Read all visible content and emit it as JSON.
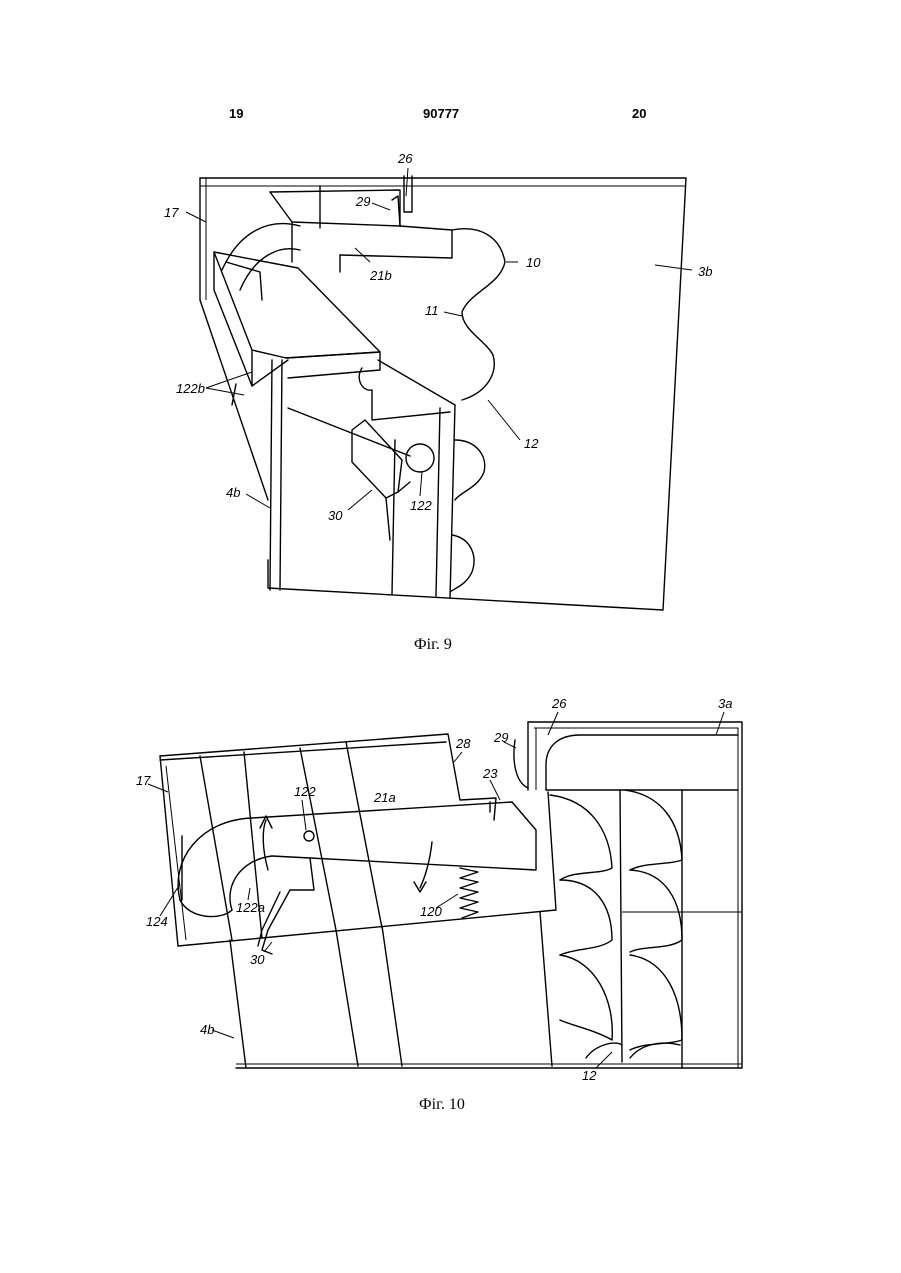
{
  "header": {
    "left_page": "19",
    "patent_number": "90777",
    "right_page": "20"
  },
  "figure9": {
    "caption": "Фіг. 9",
    "labels": {
      "l26": "26",
      "l29": "29",
      "l17": "17",
      "l21b": "21b",
      "l10": "10",
      "l3b": "3b",
      "l11": "11",
      "l122b": "122b",
      "l12": "12",
      "l4b": "4b",
      "l30": "30",
      "l122": "122"
    }
  },
  "figure10": {
    "caption": "Фіг. 10",
    "labels": {
      "l26": "26",
      "l3a": "3a",
      "l29": "29",
      "l28": "28",
      "l23": "23",
      "l17": "17",
      "l122": "122",
      "l21a": "21a",
      "l124": "124",
      "l122a": "122a",
      "l120": "120",
      "l30": "30",
      "l4b": "4b",
      "l12": "12"
    }
  }
}
